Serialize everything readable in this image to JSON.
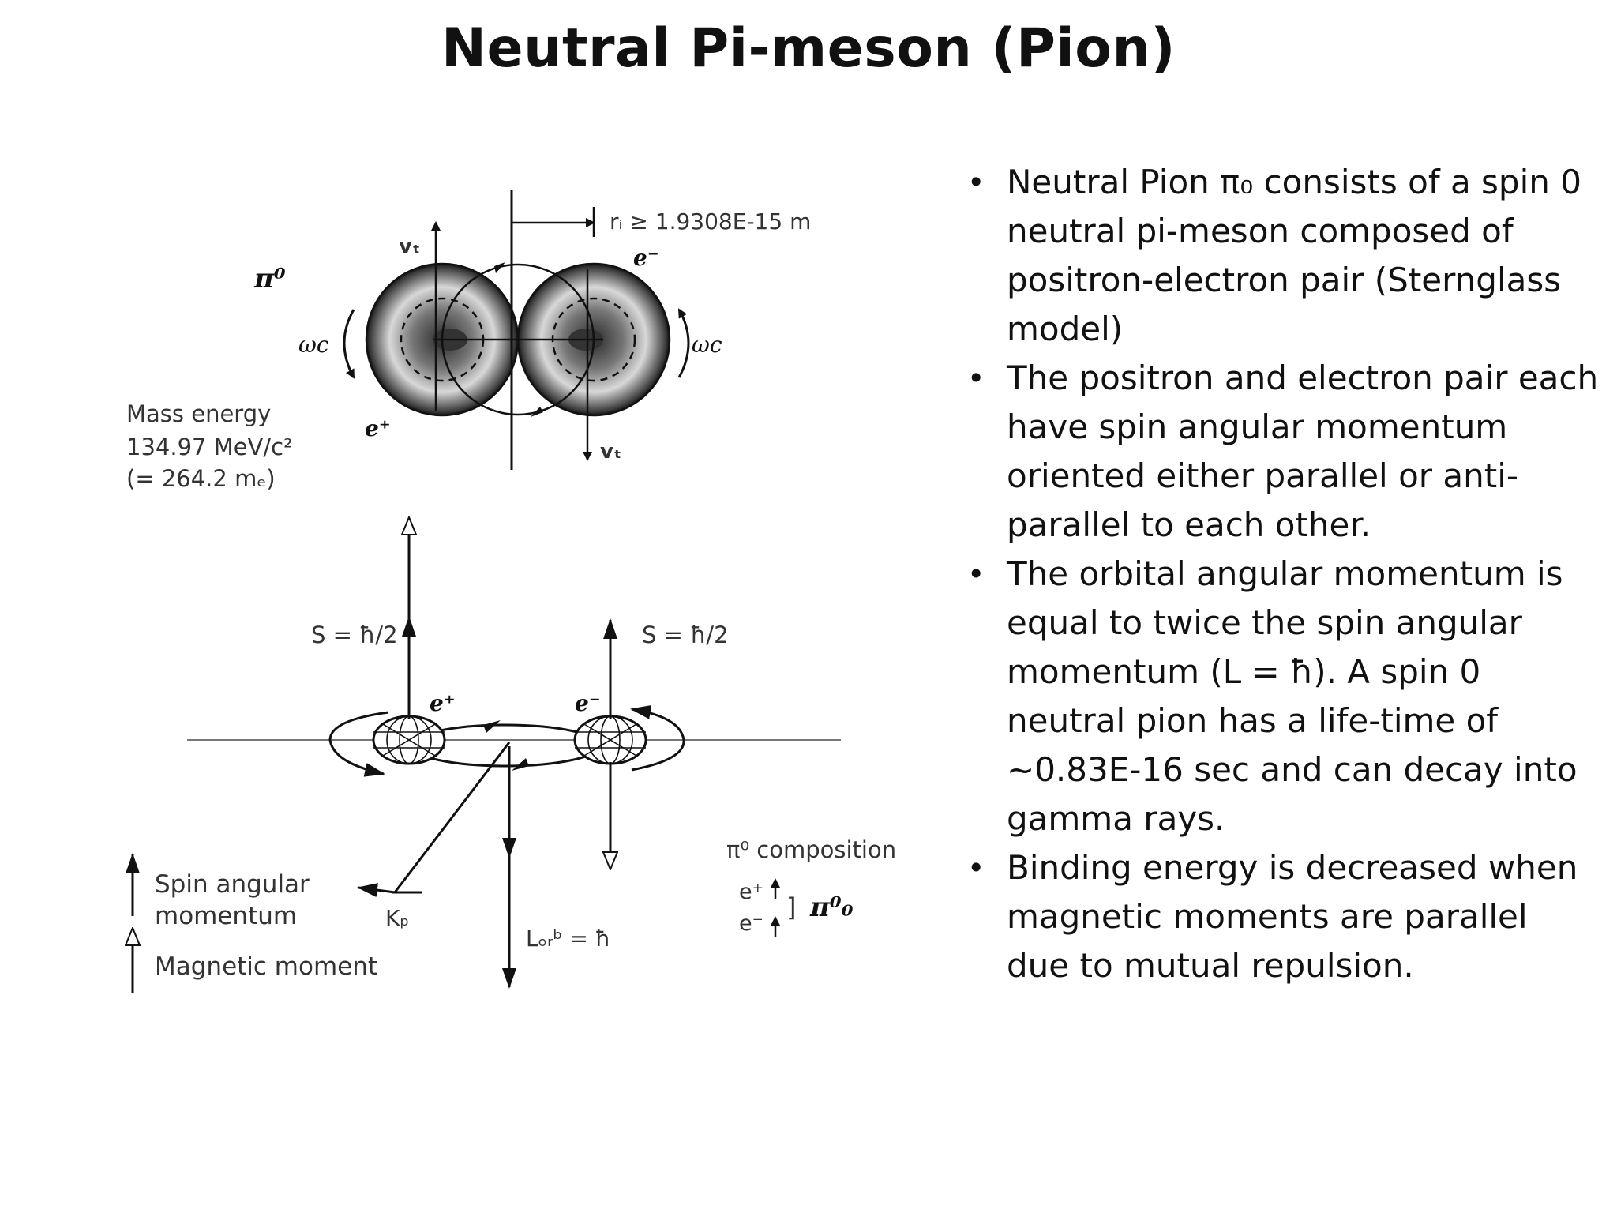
{
  "title": "Neutral Pi-meson (Pion)",
  "bullets": [
    "Neutral Pion π₀ consists of a spin 0 neutral pi-meson composed of positron-electron pair  (Sternglass model)",
    "The positron and electron pair each have spin angular momentum oriented either parallel or anti-parallel to each other.",
    "The orbital angular momentum is equal to twice the spin angular momentum (L = ħ).  A spin 0 neutral pion has a life-time of ~0.83E-16 sec and can decay into gamma rays.",
    " Binding energy is decreased when magnetic moments are parallel due to mutual repulsion."
  ],
  "diagram": {
    "pi0_label": "π⁰",
    "vt_top": "vₜ",
    "vt_bottom": "vₜ",
    "radius_label": "rᵢ ≥ 1.9308E-15 m",
    "e_minus_top": "e⁻",
    "e_plus_top": "e⁺",
    "omega_left": "ωc",
    "omega_right": "ωc",
    "mass_line1": "Mass energy",
    "mass_line2": "134.97 MeV/c²",
    "mass_line3": "(= 264.2 mₑ)",
    "spin_left": "S = ħ/2",
    "spin_right": "S = ħ/2",
    "e_plus_bottom": "e⁺",
    "e_minus_bottom": "e⁻",
    "kp_label": "Kₚ",
    "lorb_label": "Lₒᵣᵇ = ħ",
    "composition_title": "π⁰ composition",
    "comp_e_plus": "e⁺",
    "comp_e_minus": "e⁻",
    "comp_bracket": "]",
    "comp_pi": "π⁰₀",
    "legend_spin_1": "Spin angular",
    "legend_spin_2": "momentum",
    "legend_magnetic": "Magnetic moment"
  }
}
